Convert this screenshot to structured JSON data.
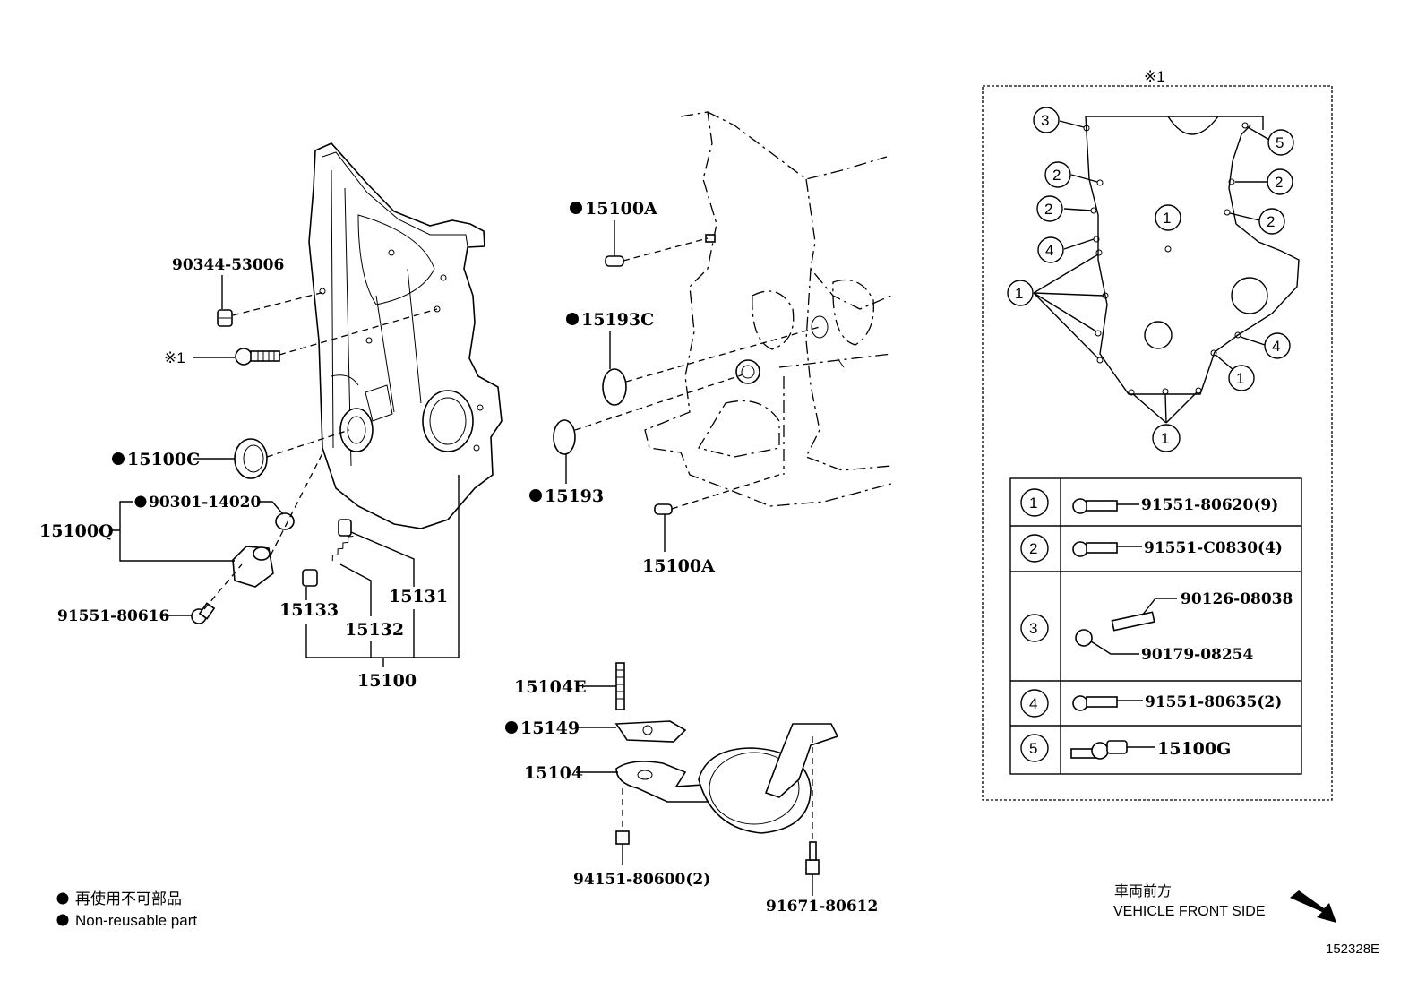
{
  "diagram_id": "152328E",
  "callouts": {
    "p90344": "90344-53006",
    "ref1_left": "※1",
    "p15100C": "15100C",
    "p90301": "90301-14020",
    "p15100Q": "15100Q",
    "p91551_80616": "91551-80616",
    "p15133": "15133",
    "p15132": "15132",
    "p15131": "15131",
    "p15100": "15100",
    "p15100A_top": "15100A",
    "p15193C": "15193C",
    "p15193": "15193",
    "p15100A_bottom": "15100A",
    "p15104E": "15104E",
    "p15149": "15149",
    "p15104": "15104",
    "p94151": "94151-80600(2)",
    "p91671": "91671-80612"
  },
  "inset": {
    "header": "※1",
    "diagram_numbers": [
      "3",
      "5",
      "2",
      "2",
      "2",
      "2",
      "1",
      "4",
      "1",
      "4",
      "1",
      "1"
    ],
    "table": [
      {
        "num": "1",
        "parts": [
          "91551-80620(9)"
        ]
      },
      {
        "num": "2",
        "parts": [
          "91551-C0830(4)"
        ]
      },
      {
        "num": "3",
        "parts": [
          "90126-08038",
          "90179-08254"
        ]
      },
      {
        "num": "4",
        "parts": [
          "91551-80635(2)"
        ]
      },
      {
        "num": "5",
        "parts": [
          "15100G"
        ]
      }
    ]
  },
  "legend": {
    "jp": "再使用不可部品",
    "en": "Non-reusable part"
  },
  "direction": {
    "jp": "車両前方",
    "en": "VEHICLE FRONT SIDE"
  }
}
